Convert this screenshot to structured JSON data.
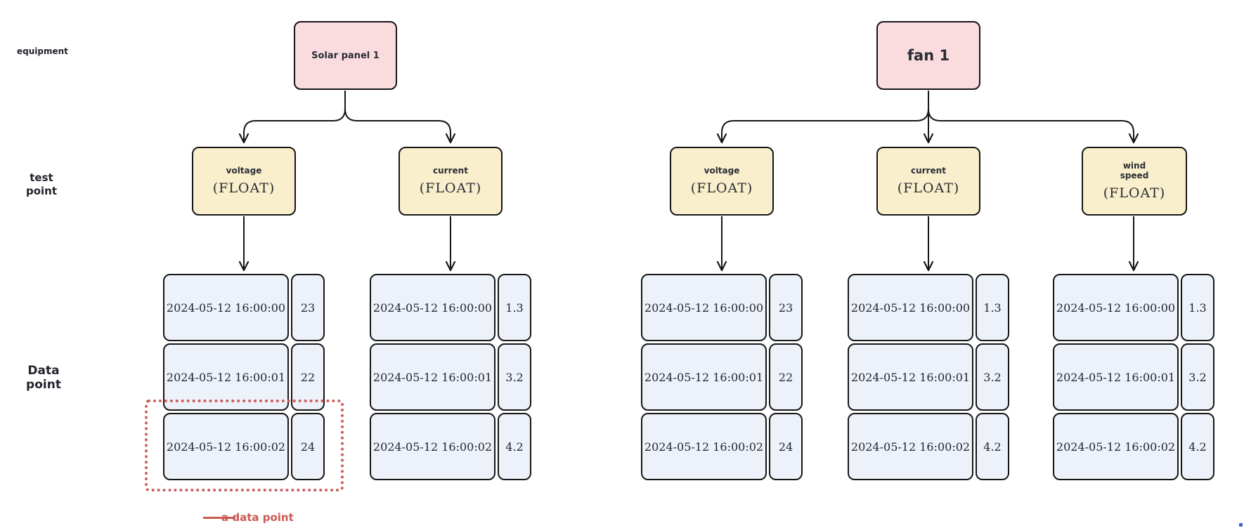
{
  "diagram": {
    "row_labels": {
      "equipment": "equipment",
      "test_point": "test\npoint",
      "data_point": "Data\npoint"
    },
    "groups": [
      {
        "equipment_label": "Solar panel 1",
        "test_points": [
          {
            "name": "voltage",
            "type": "(FLOAT)",
            "data": [
              {
                "time": "2024-05-12 16:00:00",
                "value": "23"
              },
              {
                "time": "2024-05-12 16:00:01",
                "value": "22"
              },
              {
                "time": "2024-05-12 16:00:02",
                "value": "24"
              }
            ]
          },
          {
            "name": "current",
            "type": "(FLOAT)",
            "data": [
              {
                "time": "2024-05-12 16:00:00",
                "value": "1.3"
              },
              {
                "time": "2024-05-12 16:00:01",
                "value": "3.2"
              },
              {
                "time": "2024-05-12 16:00:02",
                "value": "4.2"
              }
            ]
          }
        ]
      },
      {
        "equipment_label": "fan 1",
        "test_points": [
          {
            "name": "voltage",
            "type": "(FLOAT)",
            "data": [
              {
                "time": "2024-05-12 16:00:00",
                "value": "23"
              },
              {
                "time": "2024-05-12 16:00:01",
                "value": "22"
              },
              {
                "time": "2024-05-12 16:00:02",
                "value": "24"
              }
            ]
          },
          {
            "name": "current",
            "type": "(FLOAT)",
            "data": [
              {
                "time": "2024-05-12 16:00:00",
                "value": "1.3"
              },
              {
                "time": "2024-05-12 16:00:01",
                "value": "3.2"
              },
              {
                "time": "2024-05-12 16:00:02",
                "value": "4.2"
              }
            ]
          },
          {
            "name": "wind speed",
            "type": "(FLOAT)",
            "data": [
              {
                "time": "2024-05-12 16:00:00",
                "value": "1.3"
              },
              {
                "time": "2024-05-12 16:00:01",
                "value": "3.2"
              },
              {
                "time": "2024-05-12 16:00:02",
                "value": "4.2"
              }
            ]
          }
        ]
      }
    ],
    "annotation": {
      "label": "a data point"
    },
    "colors": {
      "equipment_fill": "#fadcdf",
      "test_point_fill": "#f9efcc",
      "data_point_fill": "#edf1f9",
      "node_border": "#161616",
      "annotation_red": "#cd5a52"
    }
  }
}
